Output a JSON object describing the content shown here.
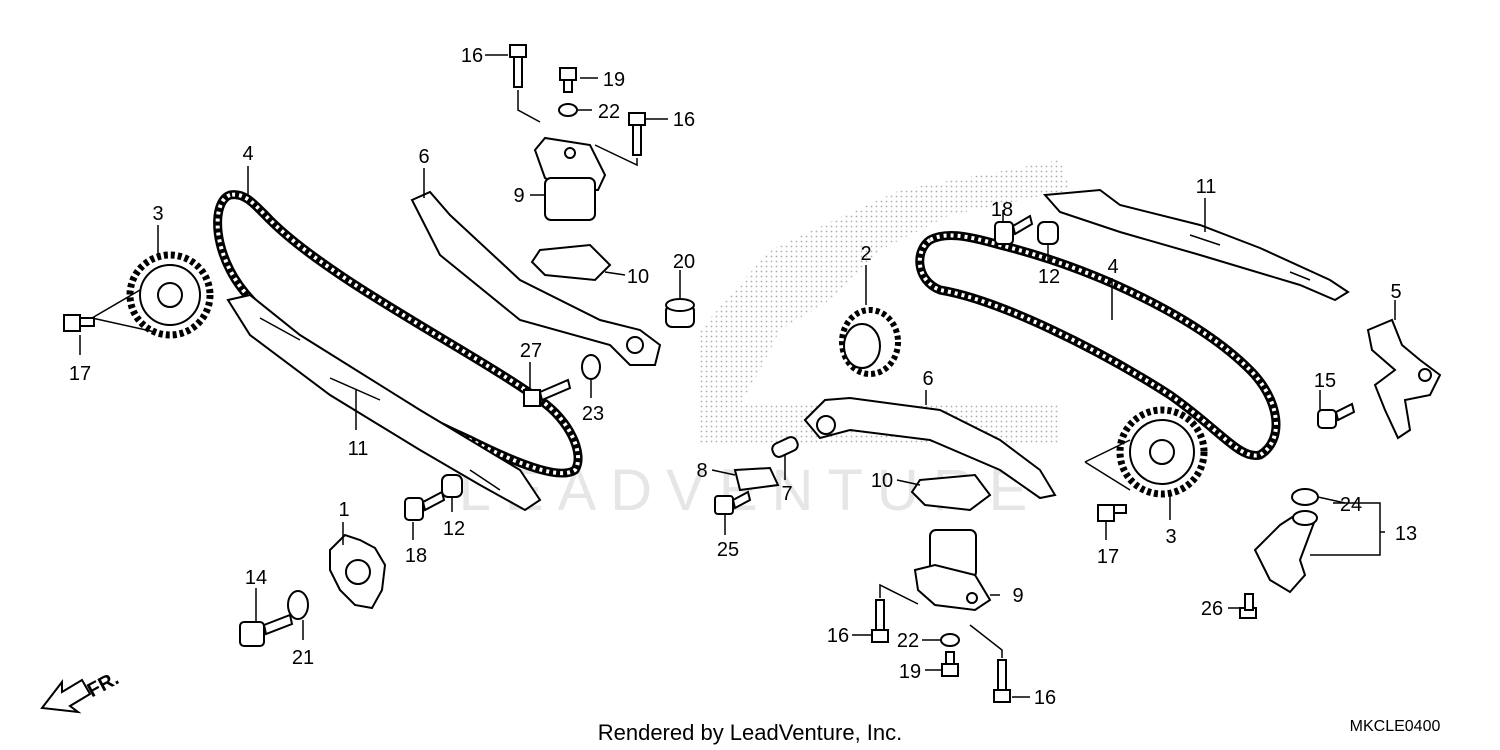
{
  "footer": {
    "credit": "Rendered by LeadVenture, Inc.",
    "diagram_code": "MKCLE0400"
  },
  "watermark": "LEADVENTURE",
  "direction_marker": "FR.",
  "callouts": [
    {
      "id": "c16a",
      "text": "16"
    },
    {
      "id": "c19a",
      "text": "19"
    },
    {
      "id": "c22a",
      "text": "22"
    },
    {
      "id": "c16b",
      "text": "16"
    },
    {
      "id": "c9a",
      "text": "9"
    },
    {
      "id": "c10a",
      "text": "10"
    },
    {
      "id": "c6a",
      "text": "6"
    },
    {
      "id": "c4a",
      "text": "4"
    },
    {
      "id": "c3a",
      "text": "3"
    },
    {
      "id": "c17a",
      "text": "17"
    },
    {
      "id": "c11a",
      "text": "11"
    },
    {
      "id": "c20",
      "text": "20"
    },
    {
      "id": "c27",
      "text": "27"
    },
    {
      "id": "c23",
      "text": "23"
    },
    {
      "id": "c18a",
      "text": "18"
    },
    {
      "id": "c12a",
      "text": "12"
    },
    {
      "id": "c1",
      "text": "1"
    },
    {
      "id": "c14",
      "text": "14"
    },
    {
      "id": "c21",
      "text": "21"
    },
    {
      "id": "c2",
      "text": "2"
    },
    {
      "id": "c18b",
      "text": "18"
    },
    {
      "id": "c12b",
      "text": "12"
    },
    {
      "id": "c11b",
      "text": "11"
    },
    {
      "id": "c4b",
      "text": "4"
    },
    {
      "id": "c5",
      "text": "5"
    },
    {
      "id": "c15",
      "text": "15"
    },
    {
      "id": "c6b",
      "text": "6"
    },
    {
      "id": "c8",
      "text": "8"
    },
    {
      "id": "c7",
      "text": "7"
    },
    {
      "id": "c25",
      "text": "25"
    },
    {
      "id": "c10b",
      "text": "10"
    },
    {
      "id": "c3b",
      "text": "3"
    },
    {
      "id": "c17b",
      "text": "17"
    },
    {
      "id": "c24",
      "text": "24"
    },
    {
      "id": "c13",
      "text": "13"
    },
    {
      "id": "c26",
      "text": "26"
    },
    {
      "id": "c9b",
      "text": "9"
    },
    {
      "id": "c16c",
      "text": "16"
    },
    {
      "id": "c22b",
      "text": "22"
    },
    {
      "id": "c19b",
      "text": "19"
    },
    {
      "id": "c16d",
      "text": "16"
    }
  ]
}
